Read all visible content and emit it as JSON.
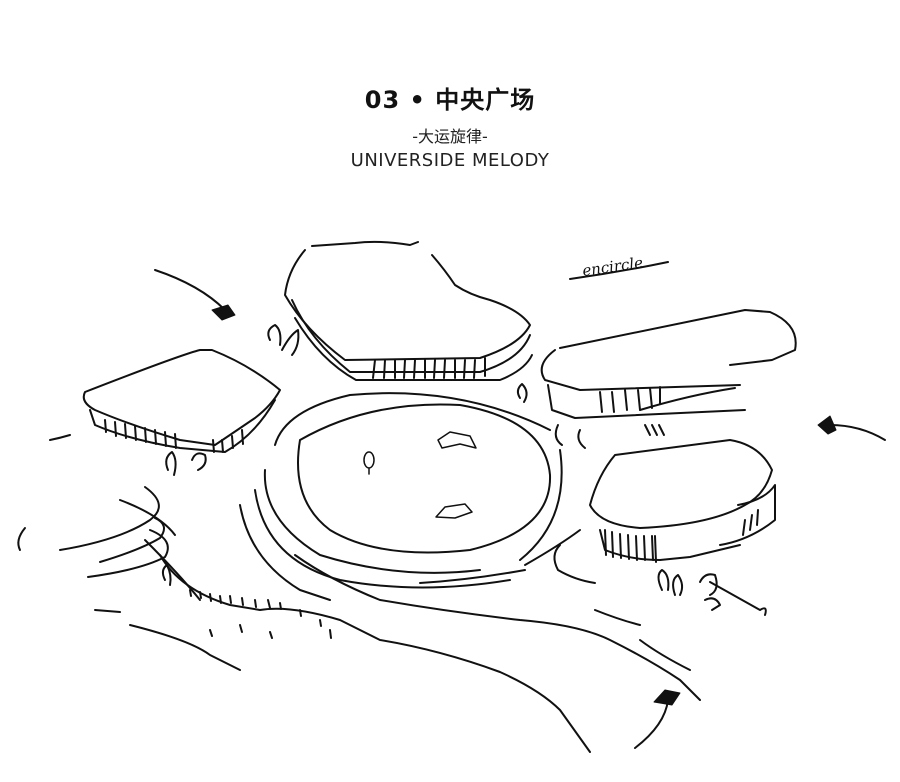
{
  "header": {
    "title": "03 • 中央广场",
    "subtitle": "-大运旋律-",
    "english_title": "UNIVERSIDE MELODY"
  },
  "sketch": {
    "annotation": "encircle",
    "elements": {
      "central_plaza": "oval plaza with tents and trees",
      "buildings": [
        "north-building",
        "west-building",
        "east-building",
        "southeast-building"
      ],
      "arrows": [
        "arrow-northwest",
        "arrow-east",
        "arrow-south"
      ]
    }
  }
}
